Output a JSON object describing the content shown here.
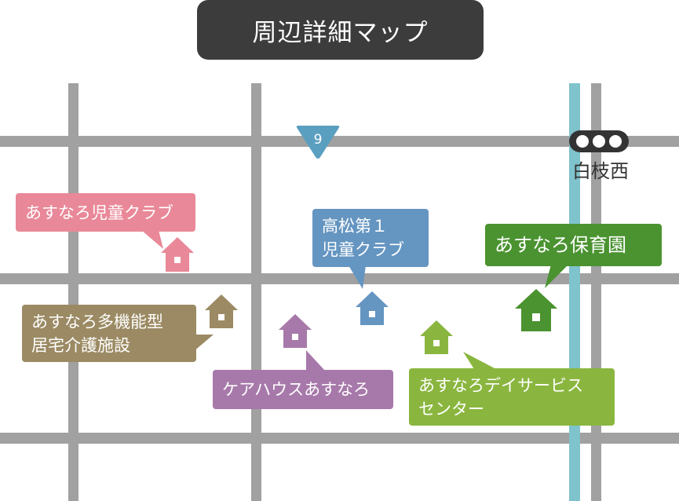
{
  "title": "周辺詳細マップ",
  "route_marker": {
    "number": "9"
  },
  "station": {
    "name": "白枝西"
  },
  "colors": {
    "title_bg": "#3c3c3c",
    "road": "#a1a1a1",
    "rail": "#7fc3cc",
    "route_marker": "#5b9fc0",
    "jidou_club": "#e98898",
    "kaigo": "#9b8a63",
    "care_house": "#a779aa",
    "takamatsu_club": "#6595c1",
    "hoikuen": "#4a9330",
    "day_service": "#8ab63f"
  },
  "places": {
    "jidou_club": {
      "label_lines": [
        "あすなろ児童クラブ"
      ],
      "icon": "house-icon"
    },
    "kaigo": {
      "label_lines": [
        "あすなろ多機能型",
        "居宅介護施設"
      ],
      "icon": "house-icon"
    },
    "care_house": {
      "label_lines": [
        "ケアハウスあすなろ"
      ],
      "icon": "house-icon"
    },
    "takamatsu_club": {
      "label_lines": [
        "高松第１",
        "児童クラブ"
      ],
      "icon": "house-icon"
    },
    "hoikuen": {
      "label_lines": [
        "あすなろ保育園"
      ],
      "icon": "house-icon"
    },
    "day_service": {
      "label_lines": [
        "あすなろデイサービス",
        "センター"
      ],
      "icon": "house-icon"
    }
  }
}
